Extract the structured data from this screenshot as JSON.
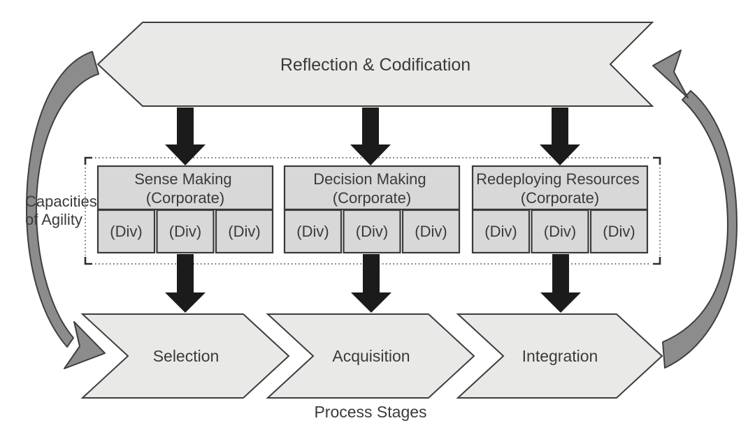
{
  "diagram": {
    "top_banner": {
      "label": "Reflection & Codification"
    },
    "side_label": {
      "line1": "Capacities",
      "line2": "of Agility"
    },
    "capacity_groups": [
      {
        "title_line1": "Sense Making",
        "title_line2": "(Corporate)",
        "divisions": [
          "(Div)",
          "(Div)",
          "(Div)"
        ]
      },
      {
        "title_line1": "Decision Making",
        "title_line2": "(Corporate)",
        "divisions": [
          "(Div)",
          "(Div)",
          "(Div)"
        ]
      },
      {
        "title_line1": "Redeploying Resources",
        "title_line2": "(Corporate)",
        "divisions": [
          "(Div)",
          "(Div)",
          "(Div)"
        ]
      }
    ],
    "process_stages": [
      {
        "label": "Selection"
      },
      {
        "label": "Acquisition"
      },
      {
        "label": "Integration"
      }
    ],
    "caption": "Process Stages",
    "colors": {
      "shape_fill": "#e9eae8",
      "box_fill": "#d8d8d8",
      "black_arrow": "#1b1b1b",
      "curve_arrow_fill": "#8c8c8c",
      "outline": "#3d3d3d",
      "text": "#3a3a3a"
    }
  }
}
